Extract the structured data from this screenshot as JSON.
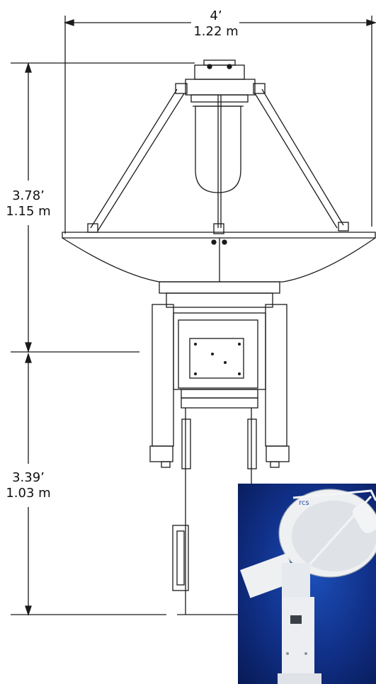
{
  "dimensions": {
    "width": {
      "ft": "4’",
      "m": "1.22 m"
    },
    "upper_height": {
      "ft": "3.78’",
      "m": "1.15 m"
    },
    "lower_height": {
      "ft": "3.39’",
      "m": "1.03 m"
    }
  },
  "photo": {
    "logo_text": "rcs"
  },
  "colors": {
    "line": "#1a1a1a",
    "photo_background": "#13399e",
    "antenna_white": "#eef0f2"
  }
}
